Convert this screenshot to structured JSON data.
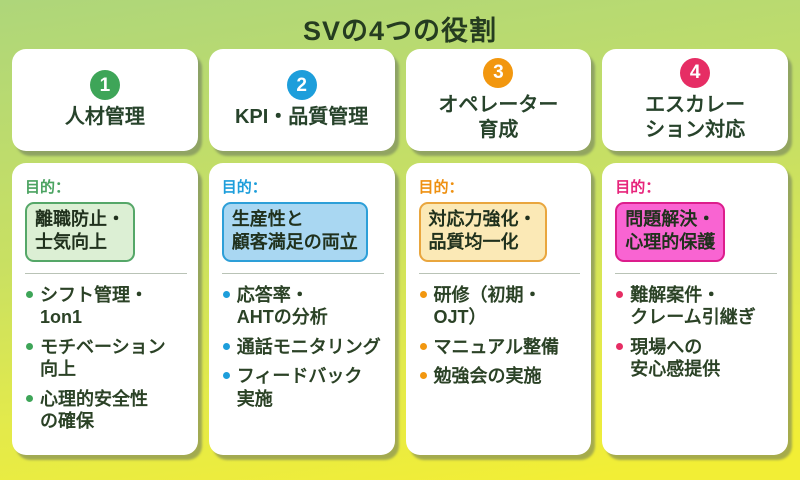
{
  "title": "SVの4つの役割",
  "colors": {
    "background_top": "#aed67a",
    "background_bottom": "#f2ee35",
    "card_background": "#ffffff",
    "title_text": "#253c20",
    "body_text": "#2b4226"
  },
  "columns": [
    {
      "number": "1",
      "title": "人材管理",
      "accent": "#3ea558",
      "accent_text": "#4ba361",
      "accent_light": "#dcefd4",
      "accent_border": "#55a768",
      "purpose_label": "目的：",
      "purpose": "離職防止・\n士気向上",
      "items": [
        "シフト管理・\n1on1",
        "モチベーション\n向上",
        "心理的安全性\nの確保"
      ]
    },
    {
      "number": "2",
      "title": "KPI・品質管理",
      "accent": "#1d9edb",
      "accent_text": "#1d9edb",
      "accent_light": "#a9d7f2",
      "accent_border": "#2d9fd8",
      "purpose_label": "目的：",
      "purpose": "生産性と\n顧客満足の両立",
      "items": [
        "応答率・\nAHTの分析",
        "通話モニタリング",
        "フィードバック\n実施"
      ]
    },
    {
      "number": "3",
      "title": "オペレーター\n育成",
      "accent": "#f2970f",
      "accent_text": "#ee9010",
      "accent_light": "#fbe9b6",
      "accent_border": "#e9a63e",
      "purpose_label": "目的：",
      "purpose": "対応力強化・\n品質均一化",
      "items": [
        "研修（初期・\nOJT）",
        "マニュアル整備",
        "勉強会の実施"
      ]
    },
    {
      "number": "4",
      "title": "エスカレー\nション対応",
      "accent": "#e62d64",
      "accent_text": "#e7247b",
      "accent_light": "#f964d2",
      "accent_border": "#dc1d8c",
      "purpose_label": "目的：",
      "purpose": "問題解決・\n心理的保護",
      "items": [
        "難解案件・\nクレーム引継ぎ",
        "現場への\n安心感提供"
      ]
    }
  ]
}
